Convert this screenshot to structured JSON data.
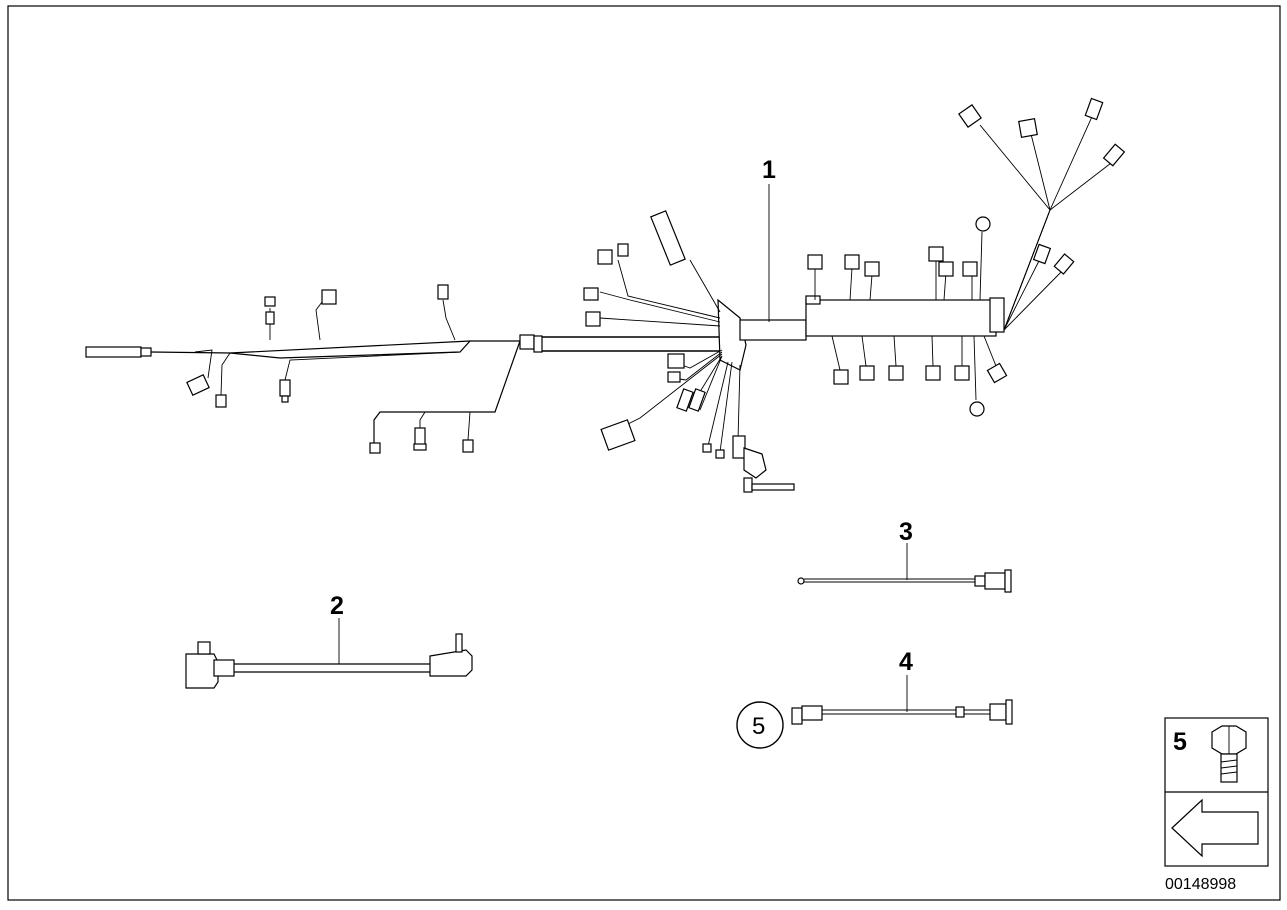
{
  "callouts": {
    "part1": "1",
    "part2": "2",
    "part3": "3",
    "part4": "4",
    "part5_circle": "5",
    "part5_legend": "5"
  },
  "footer": {
    "reference_number": "00148998"
  }
}
